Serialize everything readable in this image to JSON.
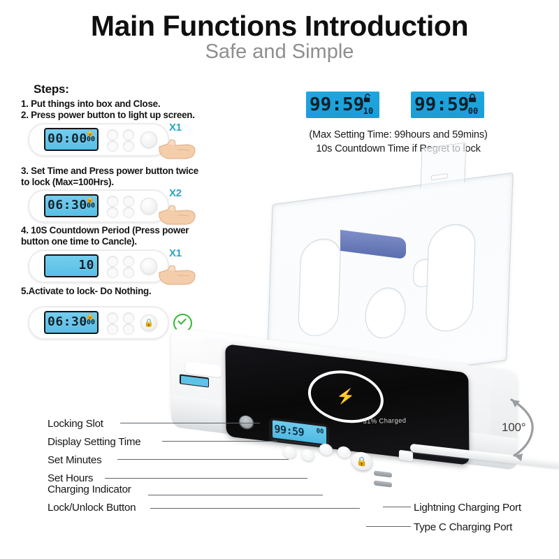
{
  "header": {
    "title": "Main Functions Introduction",
    "subtitle": "Safe and Simple"
  },
  "steps_section": {
    "heading": "Steps:",
    "items": [
      {
        "num": "1.",
        "text": "1. Put things into box and Close.",
        "has_device": false
      },
      {
        "num": "2.",
        "text": "2. Press power button to light up screen.",
        "has_device": true,
        "display_value": "00:00",
        "display_sub": "00",
        "press_count": "X1"
      },
      {
        "num": "3.",
        "text": "3.  Set Time and Press power button twice\n    to lock (Max=100Hrs).",
        "has_device": true,
        "display_value": "06:30",
        "display_sub": "00",
        "press_count": "X2"
      },
      {
        "num": "4.",
        "text": "4. 10S Countdown Period (Press power\n    button one time to Cancle).",
        "has_device": true,
        "display_value": "10",
        "display_sub": "",
        "press_count": "X1"
      },
      {
        "num": "5.",
        "text": "5.Activate to lock- Do Nothing.",
        "has_device": true,
        "display_value": "06:30",
        "display_sub": "00",
        "press_count": ""
      }
    ]
  },
  "max_time_panel": {
    "display_left": {
      "value": "99:59",
      "sub": "10",
      "lock_state": "unlocked",
      "lock_glyph": "🔓"
    },
    "display_right": {
      "value": "99:59",
      "sub": "00",
      "lock_state": "locked",
      "lock_glyph": "🔒"
    },
    "note_line1": "(Max Setting Time: 99hours and 59mins)",
    "note_line2": "10s Countdown Time if Regret to lock"
  },
  "product": {
    "device_display_value": "99:59",
    "device_display_sub": "00",
    "phone_charge_text": "31% Charged",
    "lock_button_glyph": "🔒",
    "rotation_label": "100°"
  },
  "callouts": {
    "left": [
      "Locking Slot",
      "Display Setting Time",
      "Set Minutes",
      "Set Hours",
      "Charging Indicator",
      "Lock/Unlock Button"
    ],
    "right": [
      "Lightning Charging Port",
      "Type C Charging Port"
    ]
  },
  "colors": {
    "title": "#0f0f0f",
    "subtitle": "#8e8e8e",
    "accent_teal": "#2aa6c4",
    "lcd_blue": "#1fa6de",
    "lcd_panel_blue": "#5fc2e8",
    "check_green": "#35b735",
    "body_text": "#161616"
  }
}
